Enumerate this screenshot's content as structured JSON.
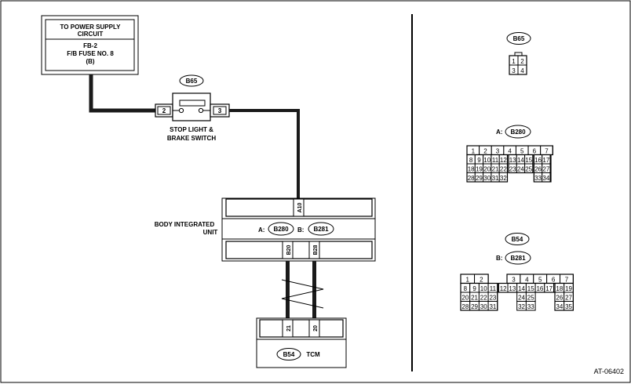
{
  "power_supply": {
    "line1": "TO POWER SUPPLY",
    "line2": "CIRCUIT",
    "line3": "FB-2",
    "line4": "F/B FUSE NO. 8",
    "line5": "(B)"
  },
  "stop_switch": {
    "connector": "B65",
    "pin_left": "2",
    "pin_right": "3",
    "label1": "STOP LIGHT &",
    "label2": "BRAKE SWITCH"
  },
  "body_unit": {
    "label1": "BODY INTEGRATED",
    "label2": "UNIT",
    "conn_a_prefix": "A:",
    "conn_a": "B280",
    "conn_b_prefix": "B:",
    "conn_b": "B281",
    "pin_a10": "A10",
    "pin_b20": "B20",
    "pin_b28": "B28"
  },
  "tcm": {
    "connector": "B54",
    "label": "TCM",
    "pin_21": "21",
    "pin_20": "20"
  },
  "right_panel": {
    "b65": {
      "title": "B65",
      "pins": [
        [
          "1",
          "2"
        ],
        [
          "3",
          "4"
        ]
      ]
    },
    "b280": {
      "prefix": "A:",
      "title": "B280",
      "top_row": [
        "1",
        "2",
        "3",
        "4",
        "5",
        "6",
        "7"
      ],
      "rows": [
        [
          "8",
          "9",
          "10",
          "11",
          "12",
          "13",
          "14",
          "15",
          "16",
          "17"
        ],
        [
          "18",
          "19",
          "20",
          "21",
          "22",
          "23",
          "24",
          "25",
          "26",
          "27"
        ],
        [
          "28",
          "29",
          "30",
          "31",
          "32",
          "33",
          "34"
        ]
      ]
    },
    "b54": {
      "title": "B54",
      "prefix": "B:",
      "title2": "B281",
      "top_left": [
        "1",
        "2"
      ],
      "top_right": [
        "3",
        "4",
        "5",
        "6",
        "7"
      ],
      "rows": [
        [
          "8",
          "9",
          "10",
          "11",
          "12",
          "13",
          "14",
          "15",
          "16",
          "17",
          "18",
          "19"
        ],
        [
          "20",
          "21",
          "22",
          "23",
          "24",
          "25",
          "26",
          "27"
        ],
        [
          "28",
          "29",
          "30",
          "31",
          "32",
          "33",
          "34",
          "35"
        ]
      ]
    }
  },
  "figure_id": "AT-06402"
}
